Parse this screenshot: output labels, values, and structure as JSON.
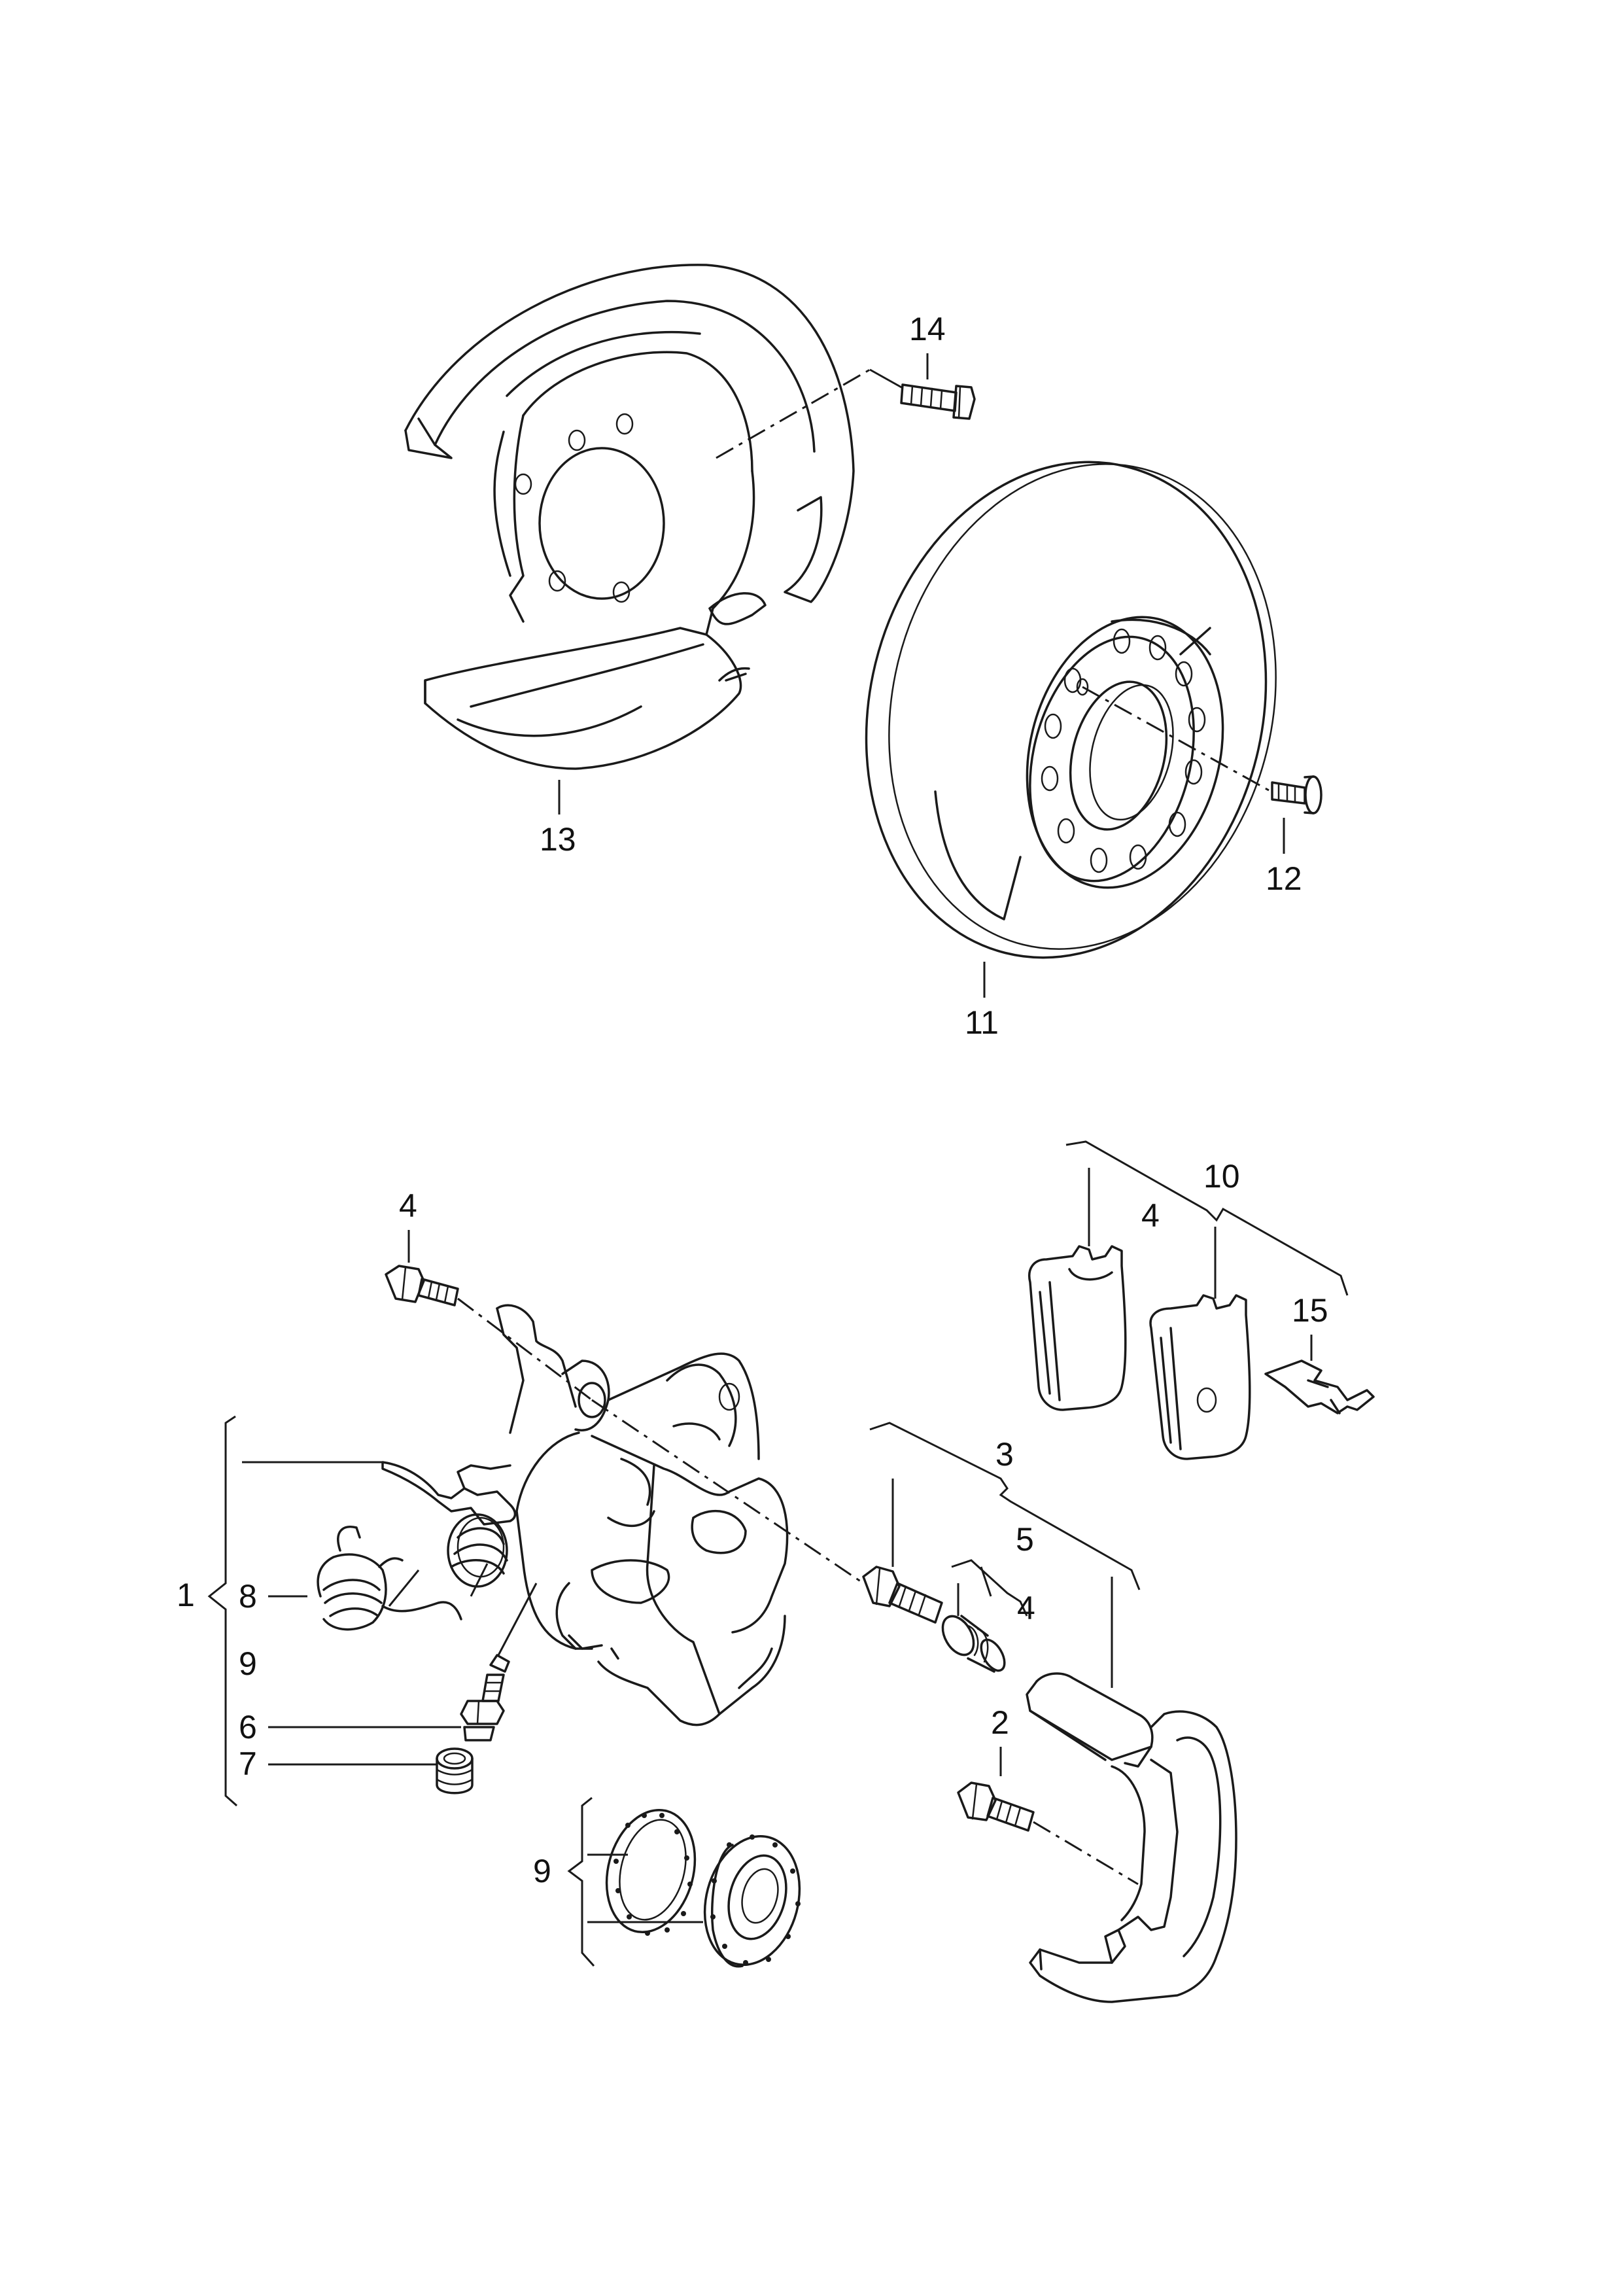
{
  "diagram": {
    "callouts": {
      "c1": "1",
      "c2": "2",
      "c3": "3",
      "c4_bolt": "4",
      "c4_pads": "4",
      "c4_pin": "4",
      "c5": "5",
      "c6": "6",
      "c7": "7",
      "c8": "8",
      "c9_list": "9",
      "c9_kit": "9",
      "c10": "10",
      "c11": "11",
      "c12": "12",
      "c13": "13",
      "c14": "14",
      "c15": "15"
    }
  }
}
